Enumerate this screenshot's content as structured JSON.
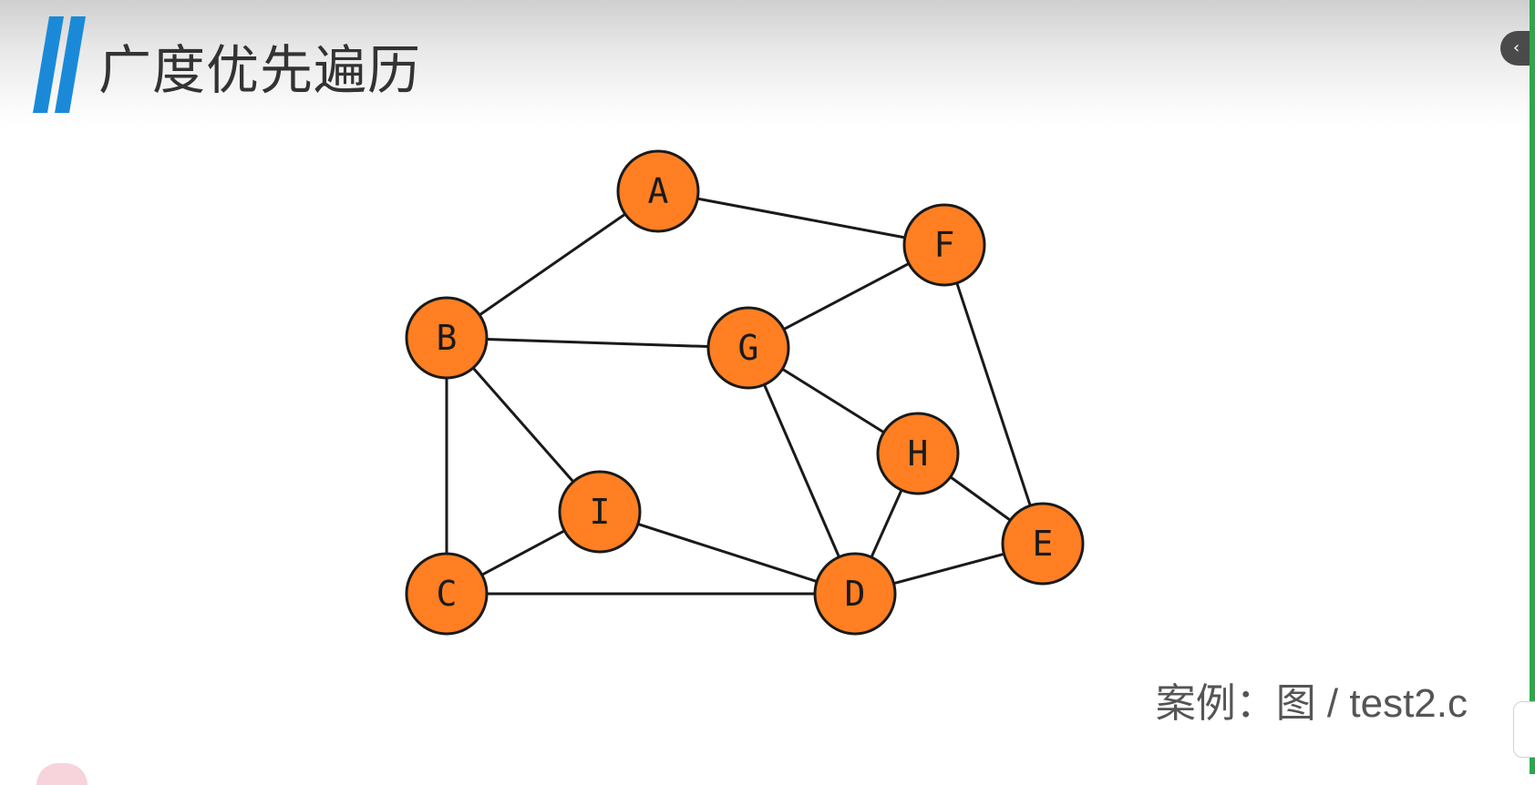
{
  "header": {
    "title": "广度优先遍历"
  },
  "caption": "案例：图 / test2.c",
  "colors": {
    "node_fill": "#ff7f22",
    "node_stroke": "#1a1a1a",
    "edge": "#1a1a1a",
    "accent_blue": "#1a8ad8",
    "title_text": "#333333"
  },
  "graph": {
    "nodes": [
      {
        "id": "A",
        "label": "A"
      },
      {
        "id": "F",
        "label": "F"
      },
      {
        "id": "B",
        "label": "B"
      },
      {
        "id": "G",
        "label": "G"
      },
      {
        "id": "H",
        "label": "H"
      },
      {
        "id": "I",
        "label": "I"
      },
      {
        "id": "E",
        "label": "E"
      },
      {
        "id": "C",
        "label": "C"
      },
      {
        "id": "D",
        "label": "D"
      }
    ],
    "edges": [
      [
        "A",
        "F"
      ],
      [
        "A",
        "B"
      ],
      [
        "B",
        "G"
      ],
      [
        "B",
        "I"
      ],
      [
        "B",
        "C"
      ],
      [
        "F",
        "G"
      ],
      [
        "F",
        "E"
      ],
      [
        "G",
        "H"
      ],
      [
        "G",
        "D"
      ],
      [
        "H",
        "E"
      ],
      [
        "H",
        "D"
      ],
      [
        "I",
        "C"
      ],
      [
        "I",
        "D"
      ],
      [
        "C",
        "D"
      ],
      [
        "D",
        "E"
      ]
    ]
  },
  "ui": {
    "collapse_icon": "chevron-left-icon",
    "collapse_glyph": "‹"
  }
}
